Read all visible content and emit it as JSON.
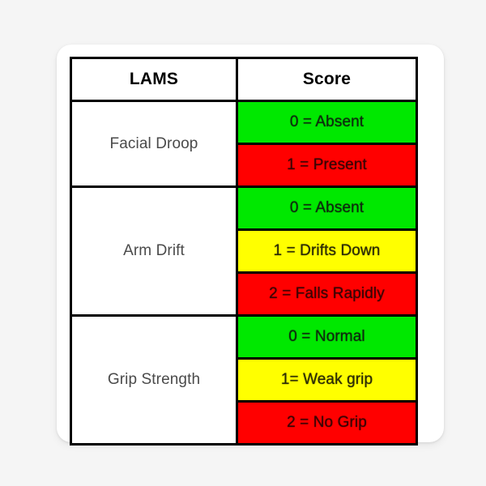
{
  "page": {
    "background_color": "#f5f5f5",
    "card_background": "#ffffff"
  },
  "table": {
    "border_color": "#000000",
    "columns": [
      {
        "id": "lams",
        "header": "LAMS"
      },
      {
        "id": "score",
        "header": "Score"
      }
    ],
    "palette": {
      "green": "#00e800",
      "yellow": "#ffff00",
      "red": "#ff0000"
    },
    "groups": [
      {
        "label": "Facial Droop",
        "scores": [
          {
            "text": "0 = Absent",
            "color": "green"
          },
          {
            "text": "1 = Present",
            "color": "red"
          }
        ]
      },
      {
        "label": "Arm Drift",
        "scores": [
          {
            "text": "0 = Absent",
            "color": "green"
          },
          {
            "text": "1 = Drifts Down",
            "color": "yellow"
          },
          {
            "text": "2 = Falls Rapidly",
            "color": "red"
          }
        ]
      },
      {
        "label": "Grip Strength",
        "scores": [
          {
            "text": "0 = Normal",
            "color": "green"
          },
          {
            "text": "1= Weak grip",
            "color": "yellow"
          },
          {
            "text": "2 = No Grip",
            "color": "red"
          }
        ]
      }
    ]
  }
}
